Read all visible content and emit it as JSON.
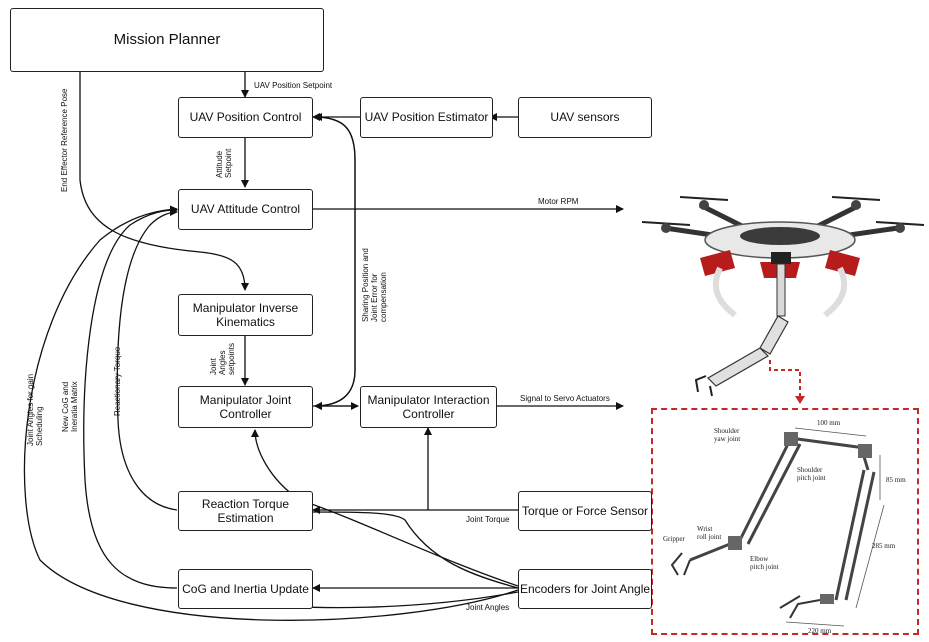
{
  "blocks": {
    "mission_planner": "Mission Planner",
    "uav_position_control": "UAV Position Control",
    "uav_position_estimator": "UAV Position Estimator",
    "uav_sensors": "UAV sensors",
    "uav_attitude_control": "UAV Attitude Control",
    "manipulator_ik": "Manipulator Inverse Kinematics",
    "manipulator_joint_controller": "Manipulator Joint Controller",
    "manipulator_interaction_controller": "Manipulator Interaction Controller",
    "reaction_torque_estimation": "Reaction Torque Estimation",
    "torque_force_sensor": "Torque or Force Sensor",
    "cog_inertia_update": "CoG and Inertia Update",
    "encoders_joint_angle": "Encoders for Joint Angle"
  },
  "signals": {
    "uav_position_setpoint": "UAV Position Setpoint",
    "attitude_setpoint_1": "Attitude",
    "attitude_setpoint_2": "Setpoint",
    "motor_rpm": "Motor RPM",
    "joint_angles_setpoints_1": "Joint",
    "joint_angles_setpoints_2": "Angles",
    "joint_angles_setpoints_3": "setpoints",
    "signal_to_servo": "Signal to Servo Actuators",
    "joint_torque": "Joint Torque",
    "joint_angles": "Joint Angles",
    "end_effector_ref_pose": "End Effector Reference Pose",
    "sharing_position_1": "Sharing Position and",
    "sharing_position_2": "Joint Error for",
    "sharing_position_3": "compensation",
    "joint_angles_gain_1": "Joint Angles for gain",
    "joint_angles_gain_2": "Scheduling",
    "new_cog_1": "New CoG and",
    "new_cog_2": "Ineratia Matrix",
    "reactionary_torque": "Reactionary Torque"
  },
  "arm_labels": {
    "shoulder_yaw": [
      "Shoulder",
      "yaw joint"
    ],
    "shoulder_pitch": [
      "Shoulder",
      "pitch joint"
    ],
    "wrist_roll": [
      "Wrist",
      "roll joint"
    ],
    "elbow_pitch": [
      "Elbow",
      "pitch joint"
    ],
    "gripper": "Gripper",
    "dim_100": "100 mm",
    "dim_85": "85 mm",
    "dim_285": "285 mm",
    "dim_220": "220 mm"
  },
  "colors": {
    "line": "#111111",
    "panel_border": "#c62828",
    "drone_red": "#b71c1c"
  }
}
